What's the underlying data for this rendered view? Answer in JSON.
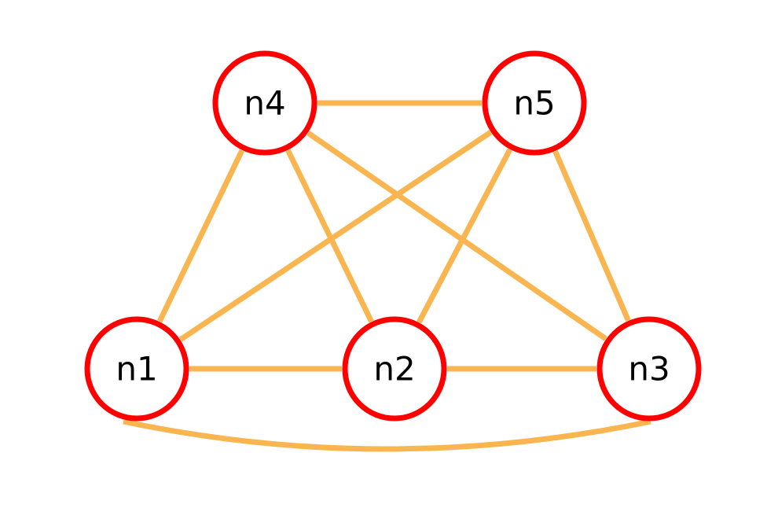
{
  "diagram": {
    "type": "undirected-graph",
    "colors": {
      "node_stroke": "#ff0000",
      "node_fill": "#ffffff",
      "edge": "#f8b550",
      "label": "#000000"
    },
    "nodes": [
      {
        "id": "n1",
        "label": "n1"
      },
      {
        "id": "n2",
        "label": "n2"
      },
      {
        "id": "n3",
        "label": "n3"
      },
      {
        "id": "n4",
        "label": "n4"
      },
      {
        "id": "n5",
        "label": "n5"
      }
    ],
    "edges": [
      {
        "source": "n4",
        "target": "n5"
      },
      {
        "source": "n4",
        "target": "n1"
      },
      {
        "source": "n4",
        "target": "n2"
      },
      {
        "source": "n4",
        "target": "n3"
      },
      {
        "source": "n5",
        "target": "n1"
      },
      {
        "source": "n5",
        "target": "n2"
      },
      {
        "source": "n5",
        "target": "n3"
      },
      {
        "source": "n1",
        "target": "n2"
      },
      {
        "source": "n2",
        "target": "n3"
      },
      {
        "source": "n1",
        "target": "n3"
      }
    ]
  }
}
